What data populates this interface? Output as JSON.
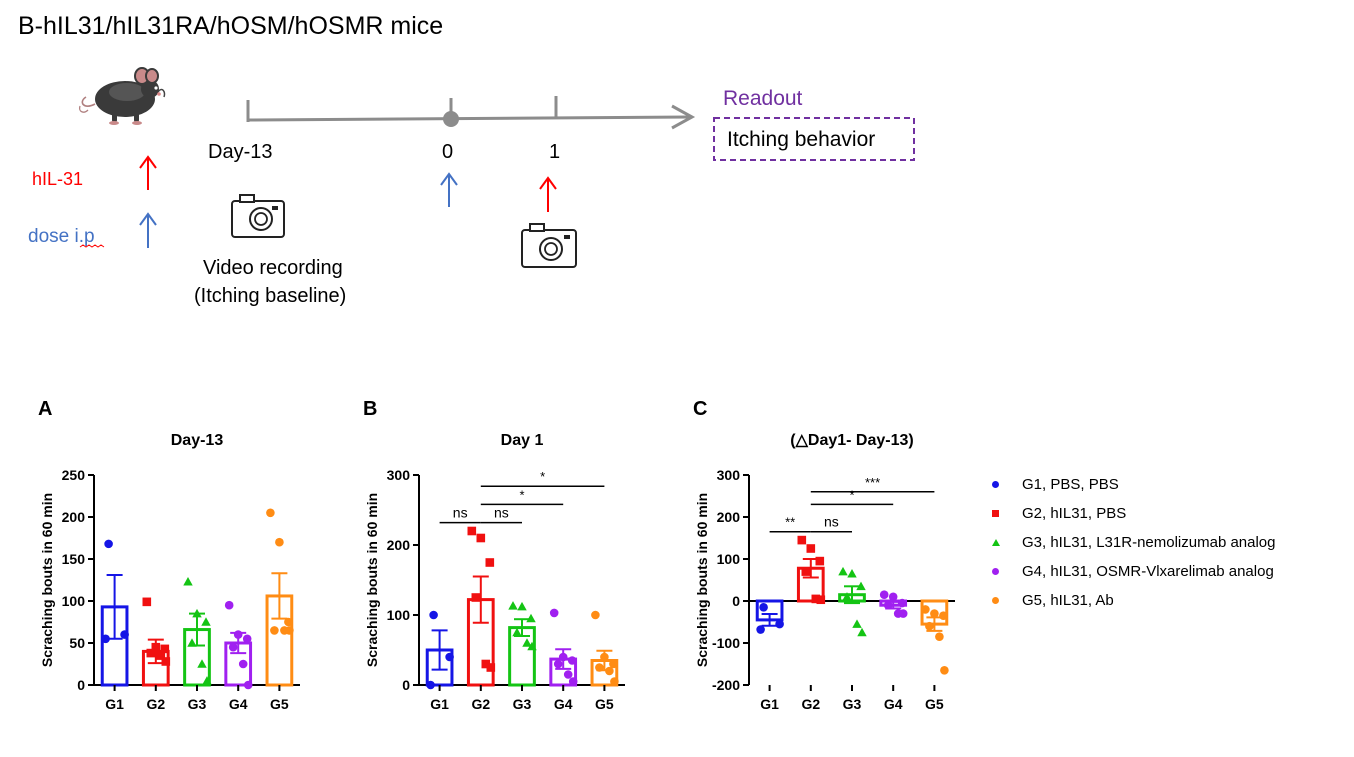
{
  "title": "B-hIL31/hIL31RA/hOSM/hOSMR mice",
  "colors": {
    "G1": "#1515e6",
    "G2": "#f01010",
    "G3": "#14c414",
    "G4": "#a020f0",
    "G5": "#ff8c14",
    "timeline": "#8c8c8c",
    "readout": "#7030a0",
    "hil31": "#ff0000",
    "dose": "#4472c4"
  },
  "timeline": {
    "hil31_label": "hIL-31",
    "dose_label": "dose i.p",
    "day_minus13_label": "Day-13",
    "day0_label": "0",
    "day1_label": "1",
    "video_line1": "Video recording",
    "video_line2": "(Itching baseline)",
    "readout_label": "Readout",
    "readout_box": "Itching behavior",
    "mouse_icon": "mouse-icon",
    "camera_icon": "camera-icon"
  },
  "legend": [
    {
      "group": "G1",
      "marker": "circle",
      "label": "G1, PBS, PBS"
    },
    {
      "group": "G2",
      "marker": "square",
      "label": "G2, hIL31, PBS"
    },
    {
      "group": "G3",
      "marker": "triangle",
      "label": "G3, hIL31, L31R-nemolizumab analog"
    },
    {
      "group": "G4",
      "marker": "circle",
      "label": "G4, hIL31, OSMR-Vlxarelimab analog"
    },
    {
      "group": "G5",
      "marker": "circle",
      "label": "G5, hIL31, Ab"
    }
  ],
  "chart_data": [
    {
      "panel": "A",
      "type": "bar",
      "title": "Day-13",
      "xlabel": "",
      "ylabel": "Scraching bouts  in 60 min",
      "ylim": [
        0,
        250
      ],
      "yticks": [
        0,
        50,
        100,
        150,
        200,
        250
      ],
      "categories": [
        "G1",
        "G2",
        "G3",
        "G4",
        "G5"
      ],
      "markers": [
        "circle",
        "square",
        "triangle",
        "circle",
        "circle"
      ],
      "means": [
        93,
        40,
        66,
        50,
        106
      ],
      "sem": [
        38,
        14,
        19,
        12,
        27
      ],
      "points": [
        [
          168,
          60,
          55
        ],
        [
          99,
          45,
          43,
          38,
          35,
          28
        ],
        [
          123,
          85,
          75,
          50,
          25,
          5
        ],
        [
          95,
          60,
          55,
          45,
          25,
          0
        ],
        [
          205,
          170,
          75,
          65,
          65,
          65
        ]
      ],
      "significance": []
    },
    {
      "panel": "B",
      "type": "bar",
      "title": "Day 1",
      "xlabel": "",
      "ylabel": "Scraching bouts  in 60 min",
      "ylim": [
        0,
        300
      ],
      "yticks": [
        0,
        100,
        200,
        300
      ],
      "categories": [
        "G1",
        "G2",
        "G3",
        "G4",
        "G5"
      ],
      "markers": [
        "circle",
        "square",
        "triangle",
        "circle",
        "circle"
      ],
      "means": [
        50,
        122,
        82,
        37,
        35
      ],
      "sem": [
        28,
        33,
        12,
        14,
        14
      ],
      "points": [
        [
          100,
          40,
          0
        ],
        [
          220,
          210,
          175,
          125,
          30,
          25
        ],
        [
          113,
          112,
          95,
          75,
          60,
          55
        ],
        [
          103,
          40,
          35,
          30,
          15,
          5
        ],
        [
          100,
          40,
          30,
          25,
          20,
          5
        ]
      ],
      "significance": [
        {
          "from": 0,
          "to": 1,
          "label": "ns",
          "y": 232
        },
        {
          "from": 1,
          "to": 2,
          "label": "ns",
          "y": 232
        },
        {
          "from": 1,
          "to": 3,
          "label": "*",
          "y": 258
        },
        {
          "from": 1,
          "to": 4,
          "label": "*",
          "y": 284
        }
      ]
    },
    {
      "panel": "C",
      "type": "bar",
      "title": "(△Day1- Day-13)",
      "xlabel": "",
      "ylabel": "Scraching bouts  in 60 min",
      "ylim": [
        -200,
        300
      ],
      "yticks": [
        -200,
        -100,
        0,
        100,
        200,
        300
      ],
      "categories": [
        "G1",
        "G2",
        "G3",
        "G4",
        "G5"
      ],
      "markers": [
        "circle",
        "square",
        "triangle",
        "circle",
        "circle"
      ],
      "means": [
        -45,
        78,
        15,
        -10,
        -55
      ],
      "sem": [
        14,
        22,
        20,
        8,
        16
      ],
      "points": [
        [
          -15,
          -55,
          -68
        ],
        [
          145,
          125,
          95,
          70,
          5,
          3
        ],
        [
          70,
          65,
          35,
          10,
          -55,
          -75
        ],
        [
          15,
          10,
          -5,
          -10,
          -30,
          -30
        ],
        [
          -20,
          -30,
          -35,
          -60,
          -85,
          -165
        ]
      ],
      "significance": [
        {
          "from": 0,
          "to": 1,
          "label": "**",
          "y": 165
        },
        {
          "from": 1,
          "to": 2,
          "label": "ns",
          "y": 165
        },
        {
          "from": 1,
          "to": 3,
          "label": "*",
          "y": 230
        },
        {
          "from": 1,
          "to": 4,
          "label": "***",
          "y": 260
        }
      ]
    }
  ]
}
